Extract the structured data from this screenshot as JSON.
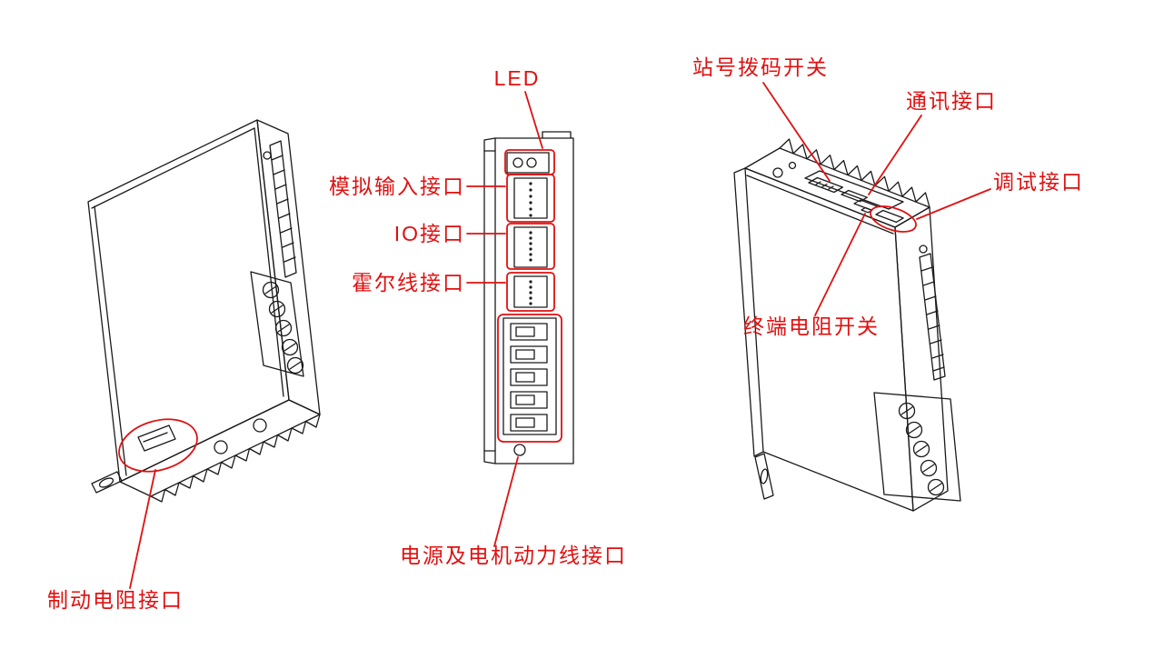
{
  "colors": {
    "annotation": "#e01010",
    "line_art": "#1a1a1a",
    "background": "#ffffff"
  },
  "labels": {
    "brake_resistor": "制动电阻接口",
    "led": "LED",
    "analog_input": "模拟输入接口",
    "io": "IO接口",
    "hall": "霍尔线接口",
    "power_motor": "电源及电机动力线接口",
    "station_dip": "站号拨码开关",
    "comm": "通讯接口",
    "debug": "调试接口",
    "terminal_resistor": "终端电阻开关"
  }
}
